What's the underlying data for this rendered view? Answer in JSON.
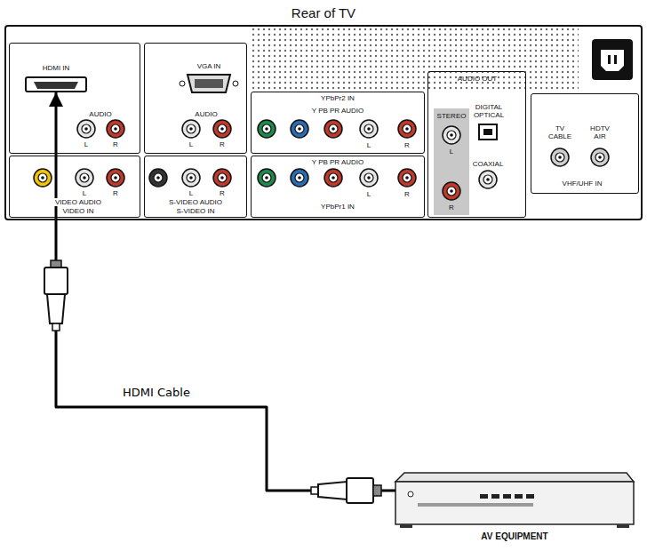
{
  "diagram": {
    "nodes": [
      {
        "text": [
          "Rear of TV"
        ]
      },
      {
        "text": [
          "AUDIO",
          "L",
          "R"
        ],
        "in": 0
      },
      {
        "text": [
          "HDMI IN"
        ],
        "in": 1
      },
      {
        "text": [
          "VGA IN",
          "AUDIO",
          "L",
          "R"
        ],
        "in": 0
      },
      {
        "text": [
          "YPbPr2 IN",
          "Y PB PR AUDIO",
          "L",
          "R"
        ],
        "in": 0
      },
      {
        "text": [
          "AUDIO OUT",
          "STEREO",
          "L",
          "R",
          "DIGITAL OPTICAL",
          "COAXIAL"
        ],
        "in": 0
      },
      {
        "text": [
          "TV CABLE",
          "HDTV AIR",
          "VHF/UHF IN"
        ],
        "in": 0
      },
      {
        "text": [
          "L",
          "R",
          "VIDEO AUDIO",
          "VIDEO IN"
        ],
        "in": 0
      },
      {
        "text": [
          "L",
          "R",
          "S-VIDEO AUDIO",
          "S-VIDEO IN"
        ],
        "in": 0
      },
      {
        "text": [
          "Y PB PR AUDIO",
          "L",
          "R",
          "YPbPr1 IN"
        ],
        "in": 0
      },
      {
        "text": [
          "AV EQUIPMENT"
        ]
      }
    ],
    "edges": [
      {
        "from": 10,
        "to": 2,
        "arrow": "to",
        "label": "HDMI Cable"
      }
    ]
  }
}
